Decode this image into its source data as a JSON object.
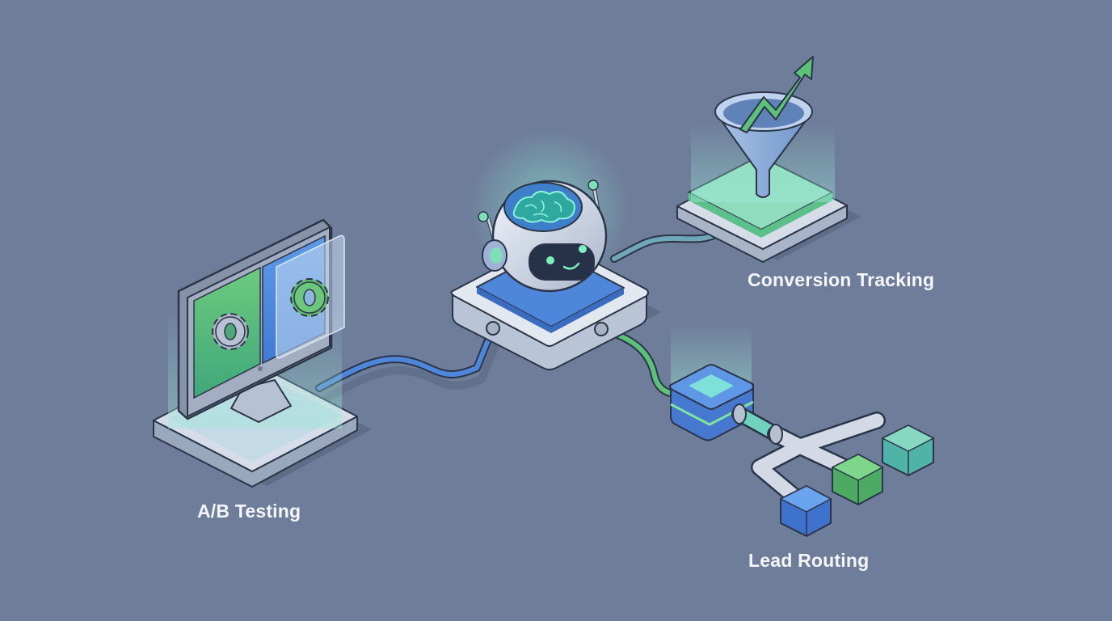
{
  "diagram": {
    "title": "AI Marketing Automation Hub",
    "hub": {
      "name": "AI Brain Robot",
      "icon": "robot-brain-icon"
    },
    "nodes": [
      {
        "id": "ab-testing",
        "label": "A/B Testing",
        "icon": "monitor-gears-icon",
        "connector_color": "#4E86D9"
      },
      {
        "id": "conversion-tracking",
        "label": "Conversion Tracking",
        "icon": "funnel-growth-arrow-icon",
        "connector_color": "#6FA6B8"
      },
      {
        "id": "lead-routing",
        "label": "Lead Routing",
        "icon": "branching-router-icon",
        "connector_color": "#5CC27A"
      }
    ],
    "edges": [
      {
        "from": "hub",
        "to": "ab-testing"
      },
      {
        "from": "hub",
        "to": "conversion-tracking"
      },
      {
        "from": "hub",
        "to": "lead-routing"
      }
    ],
    "colors": {
      "background": "#6E7D9A",
      "platform": "#D6DDE8",
      "blue": "#4E86D9",
      "green": "#5CC27A",
      "teal": "#6FD3C0",
      "outline": "#2C3548"
    }
  }
}
